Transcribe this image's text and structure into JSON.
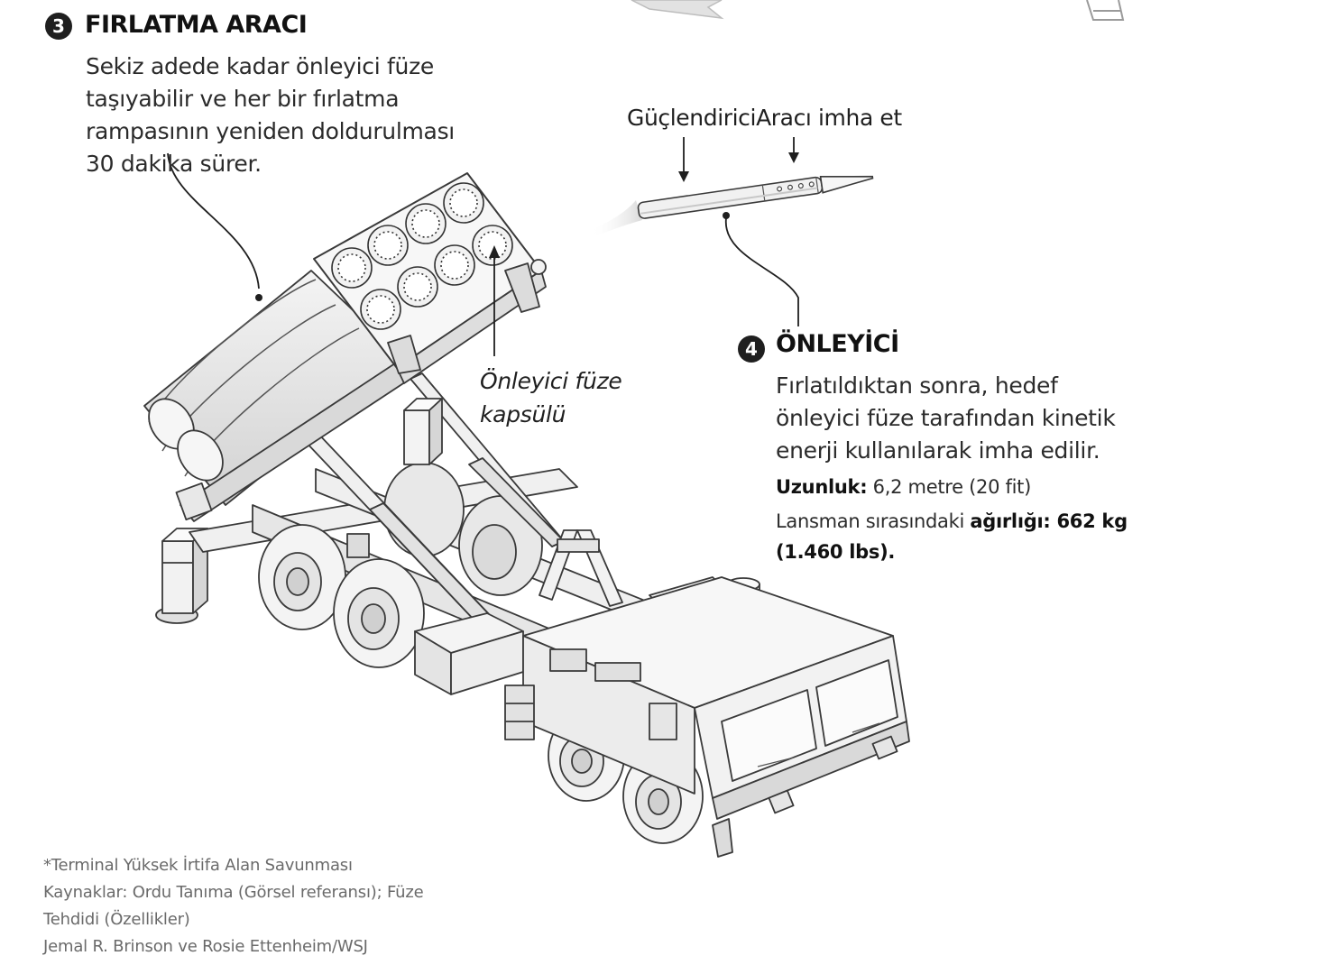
{
  "header3": {
    "number": "3",
    "title": "FIRLATMA ARACI",
    "body": [
      "Sekiz adede kadar önleyici füze",
      "taşıyabilir ve her bir fırlatma",
      "rampasının yeniden doldurulması",
      "30 dakika sürer."
    ]
  },
  "missile": {
    "labels": {
      "booster": "Güçlendirici",
      "kill_vehicle": "Aracı imha et"
    }
  },
  "label_capsule": [
    "Önleyici füze",
    "kapsülü"
  ],
  "section4": {
    "number": "4",
    "title": "ÖNLEYİCİ",
    "body": [
      "Fırlatıldıktan sonra, hedef",
      "önleyici füze tarafından kinetik",
      "enerji kullanılarak imha edilir."
    ],
    "length": {
      "label": "Uzunluk:",
      "value": " 6,2 metre (20 fit)"
    },
    "weight": {
      "prefix": "Lansman sırasındaki ",
      "bold_1": "ağırlığı: 662 kg",
      "bold_2": "(1.460 lbs)."
    }
  },
  "footer": [
    "*Terminal Yüksek İrtifa Alan Savunması",
    "Kaynaklar: Ordu Tanıma (Görsel referansı); Füze",
    "Tehdidi (Özellikler)",
    "Jemal R. Brinson ve Rosie Ettenheim/WSJ"
  ]
}
